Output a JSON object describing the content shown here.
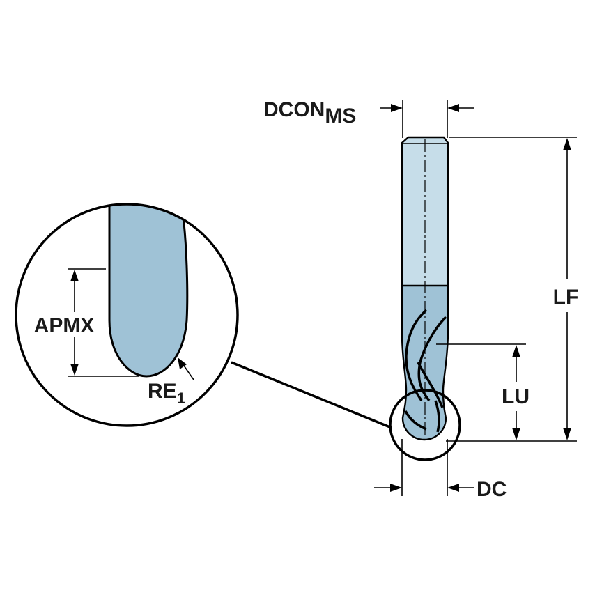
{
  "diagram": {
    "labels": {
      "dcon_main": "DCON",
      "dcon_sub": "MS",
      "lf": "LF",
      "lu": "LU",
      "dc": "DC",
      "apmx": "APMX",
      "re_main": "RE",
      "re_sub": "1"
    },
    "colors": {
      "shank": "#c6dde9",
      "flute": "#9fc2d6",
      "outline": "#000000",
      "background": "#ffffff"
    }
  }
}
